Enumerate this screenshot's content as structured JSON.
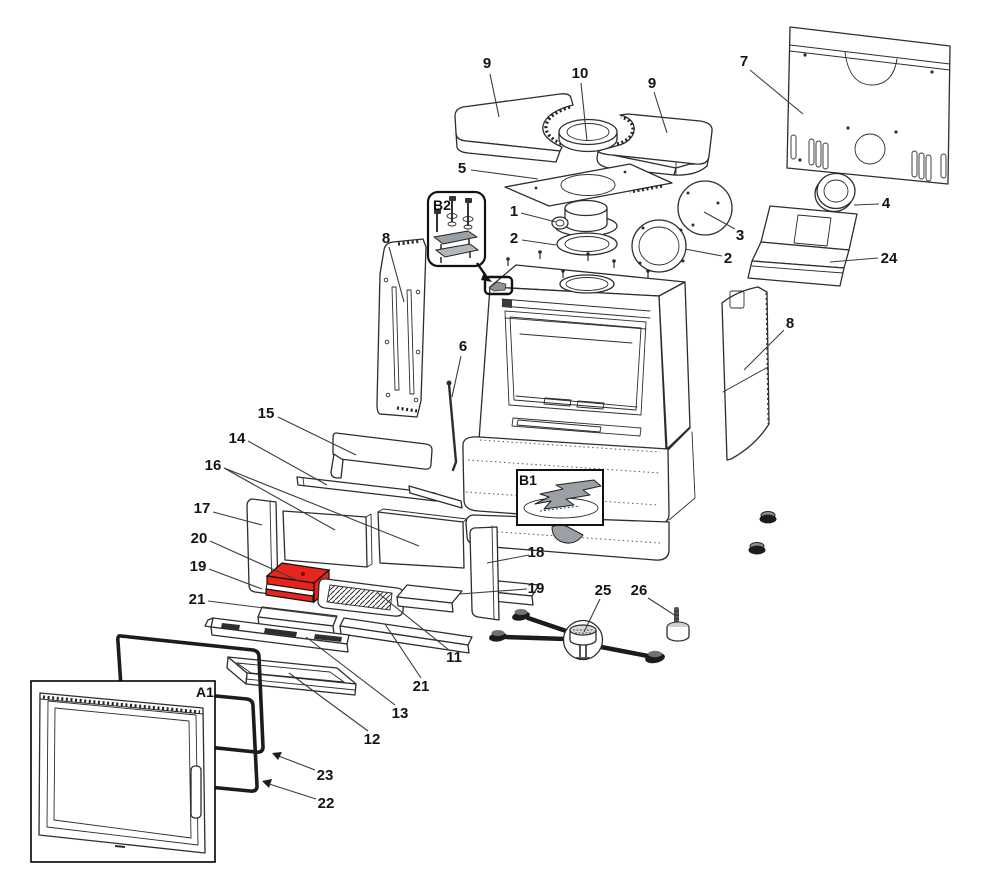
{
  "diagram": {
    "kind": "exploded-parts-diagram",
    "colors": {
      "background": "#ffffff",
      "line": "#2d2d2d",
      "highlight": "#e8251c",
      "mechanism_gray": "#9aa0a5"
    },
    "callouts": [
      {
        "id": "part-9-top-left",
        "text": "9"
      },
      {
        "id": "part-10",
        "text": "10"
      },
      {
        "id": "part-9-top-right",
        "text": "9"
      },
      {
        "id": "part-7",
        "text": "7"
      },
      {
        "id": "part-5",
        "text": "5"
      },
      {
        "id": "part-1",
        "text": "1"
      },
      {
        "id": "part-2-upper",
        "text": "2"
      },
      {
        "id": "part-3",
        "text": "3"
      },
      {
        "id": "part-2-right",
        "text": "2"
      },
      {
        "id": "part-4",
        "text": "4"
      },
      {
        "id": "part-24",
        "text": "24"
      },
      {
        "id": "part-8-left",
        "text": "8"
      },
      {
        "id": "part-8-right",
        "text": "8"
      },
      {
        "id": "part-6",
        "text": "6"
      },
      {
        "id": "part-15",
        "text": "15"
      },
      {
        "id": "part-14",
        "text": "14"
      },
      {
        "id": "part-16",
        "text": "16"
      },
      {
        "id": "part-17",
        "text": "17"
      },
      {
        "id": "part-20",
        "text": "20"
      },
      {
        "id": "part-19-left",
        "text": "19"
      },
      {
        "id": "part-21-left",
        "text": "21"
      },
      {
        "id": "part-18",
        "text": "18"
      },
      {
        "id": "part-19-right",
        "text": "19"
      },
      {
        "id": "part-11",
        "text": "11"
      },
      {
        "id": "part-21-right",
        "text": "21"
      },
      {
        "id": "part-13",
        "text": "13"
      },
      {
        "id": "part-12",
        "text": "12"
      },
      {
        "id": "part-25",
        "text": "25"
      },
      {
        "id": "part-26",
        "text": "26"
      },
      {
        "id": "part-23",
        "text": "23"
      },
      {
        "id": "part-22",
        "text": "22"
      }
    ],
    "insets": {
      "a1": "A1",
      "b1": "B1",
      "b2": "B2"
    }
  }
}
